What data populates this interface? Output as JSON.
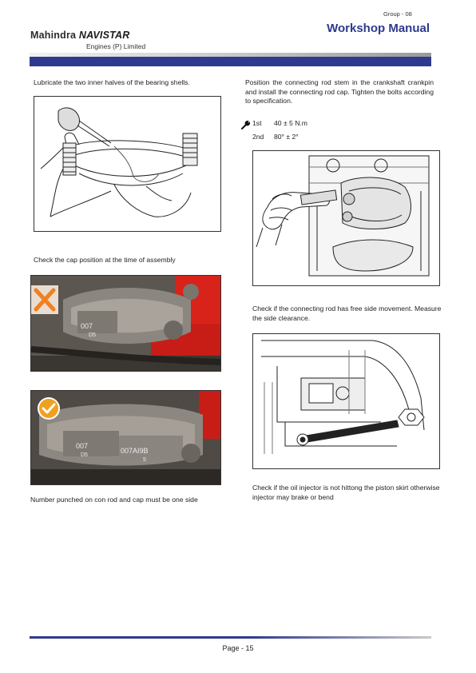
{
  "header": {
    "group": "Group - 08",
    "title": "Workshop Manual",
    "logo": {
      "brand_main": "Mahindra",
      "brand_partner": "NAVISTAR",
      "brand_sub": "Engines (P) Limited"
    }
  },
  "left_column": {
    "step1_text": "Lubricate the two inner halves of the bearing shells.",
    "step2_text": "Check the cap position at the time of assembly",
    "photo1_marks": {
      "stamp": "007",
      "stamp2": "D5",
      "status": "wrong",
      "status_color": "#f08020"
    },
    "photo2_marks": {
      "stamp": "007",
      "stamp2": "D5",
      "code": "007AI9B",
      "code2": "5",
      "status": "correct",
      "status_color": "#f0a020"
    },
    "step3_text": "Number punched on con rod and cap must be one side"
  },
  "right_column": {
    "step1_text": "Position the connecting rod stem in the crankshaft crankpin and install the connecting rod cap. Tighten the bolts according to specification.",
    "torque": [
      {
        "stage": "1st",
        "value": "40 ± 5 N.m"
      },
      {
        "stage": "2nd",
        "value": "80° ± 2°"
      }
    ],
    "step2_text": "Check if the connecting rod has free side movement. Measure the side clearance.",
    "step3_text": "Check if the oil injector is not hittong the piston skirt otherwise injector may brake or bend"
  },
  "footer": {
    "page": "Page - 15"
  }
}
